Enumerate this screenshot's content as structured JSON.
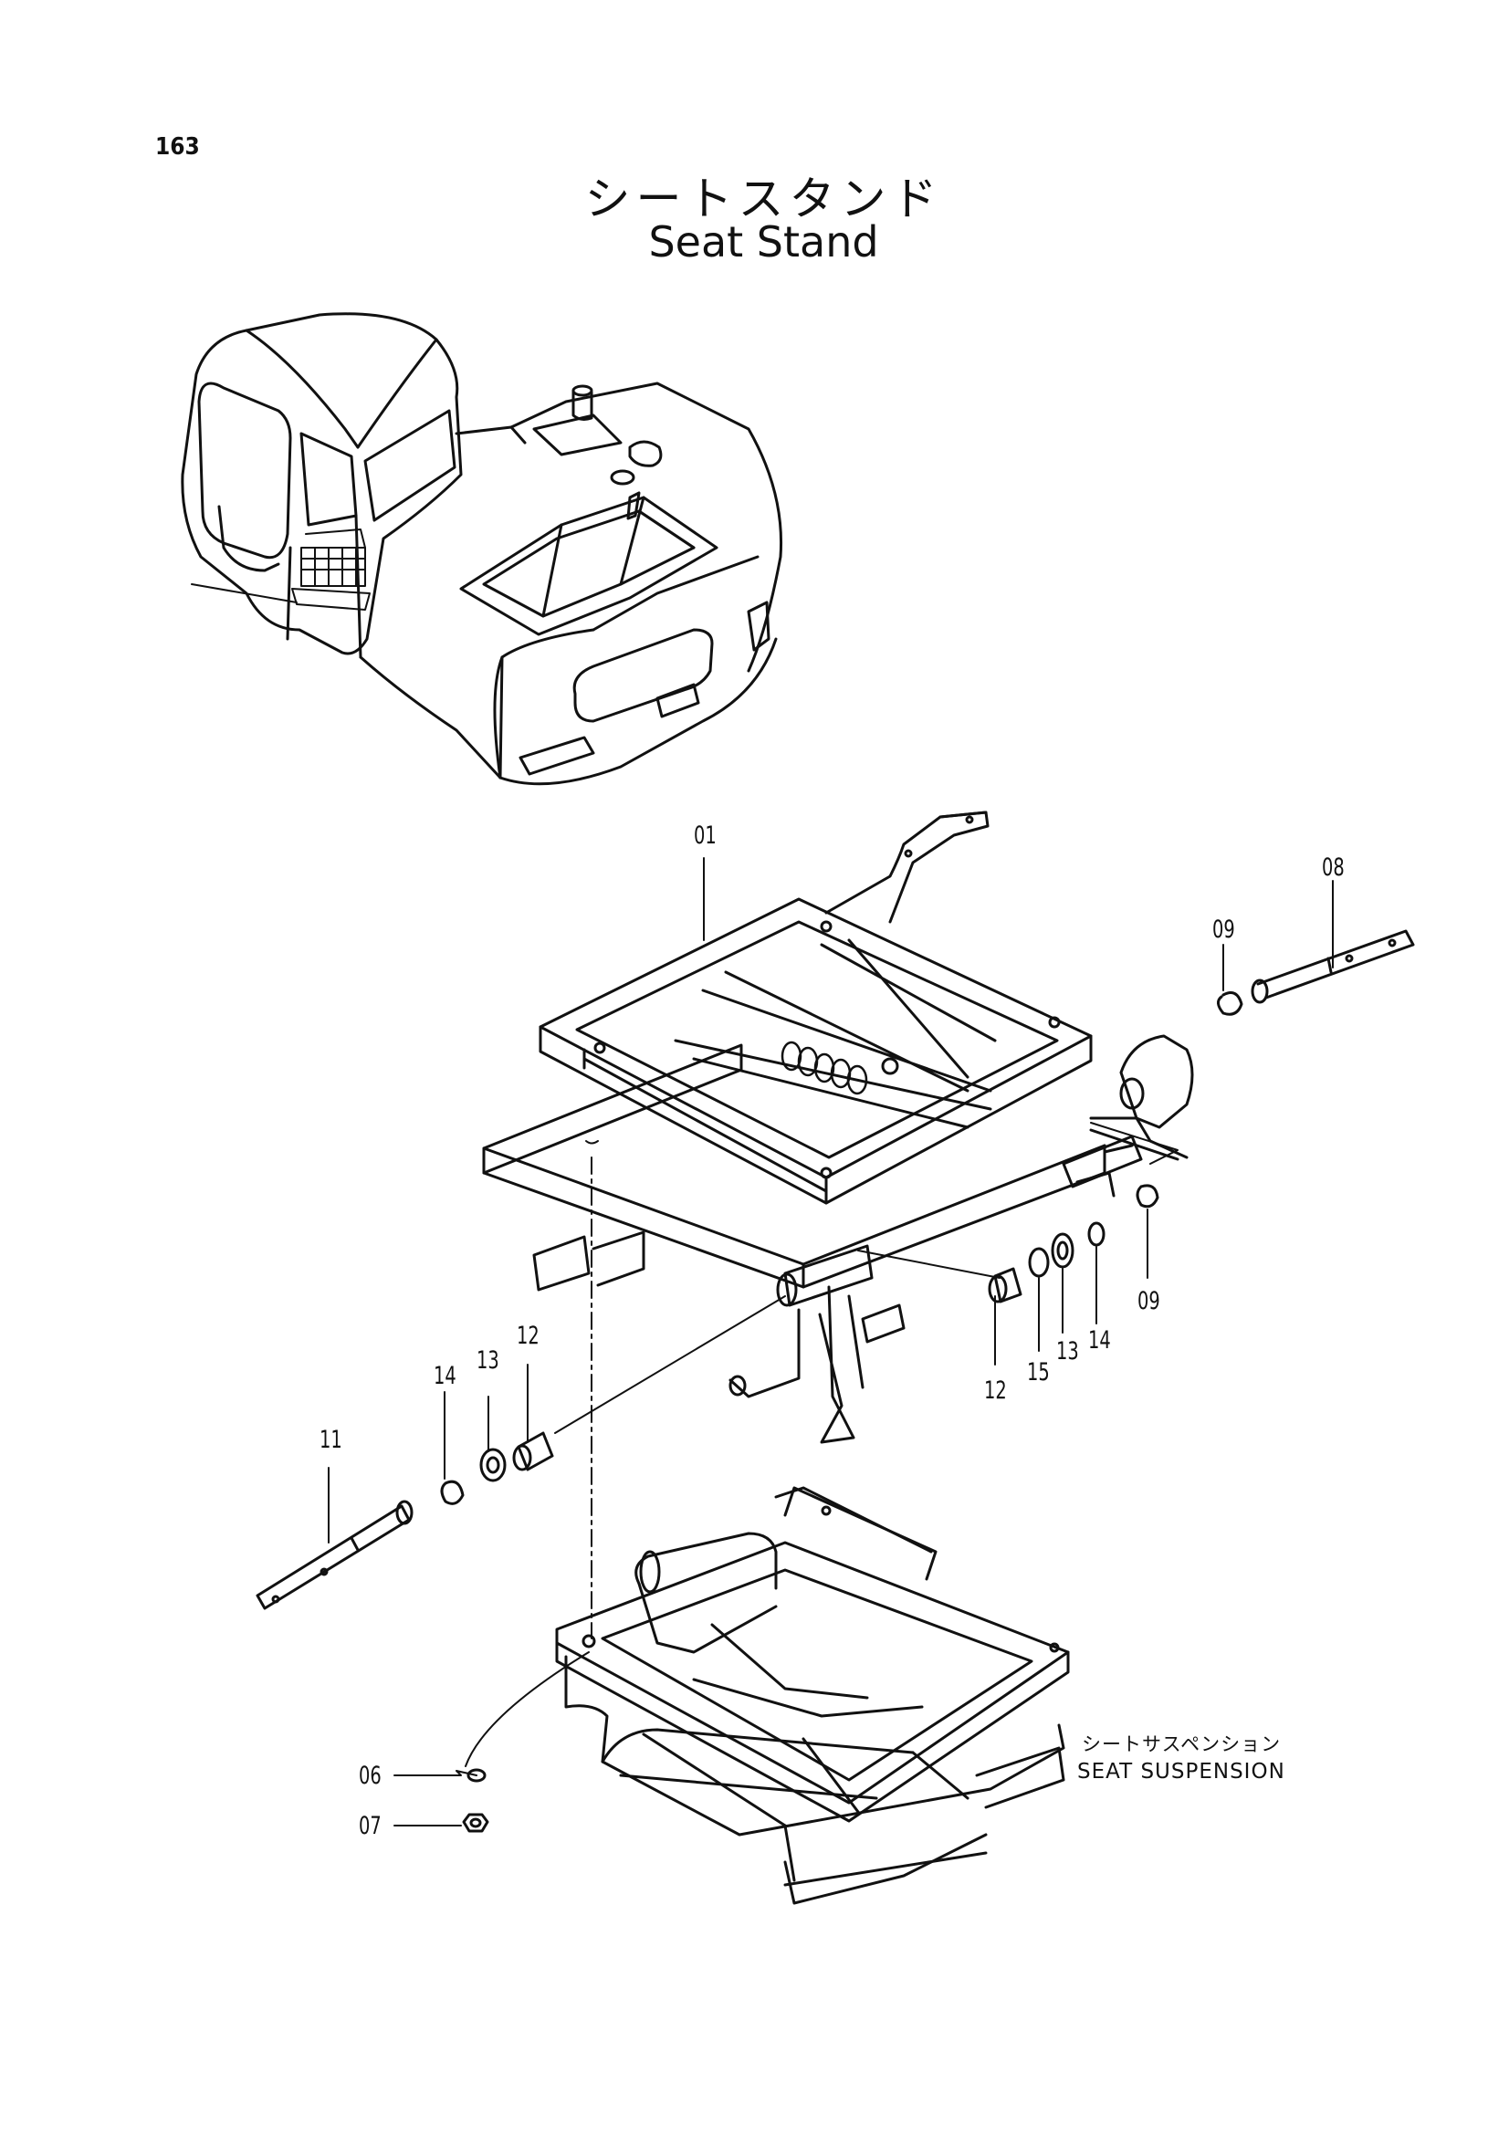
{
  "page": {
    "number": "163"
  },
  "title": {
    "jp": "シートスタンド",
    "en": "Seat Stand"
  },
  "callouts": [
    {
      "id": "01",
      "text": "01"
    },
    {
      "id": "08",
      "text": "08"
    },
    {
      "id": "09a",
      "text": "09"
    },
    {
      "id": "09b",
      "text": "09"
    },
    {
      "id": "14a",
      "text": "14"
    },
    {
      "id": "13a",
      "text": "13"
    },
    {
      "id": "12a",
      "text": "12"
    },
    {
      "id": "11",
      "text": "11"
    },
    {
      "id": "12b",
      "text": "12"
    },
    {
      "id": "15",
      "text": "15"
    },
    {
      "id": "13b",
      "text": "13"
    },
    {
      "id": "14b",
      "text": "14"
    },
    {
      "id": "06",
      "text": "06"
    },
    {
      "id": "07",
      "text": "07"
    }
  ],
  "suspension_label": {
    "jp": "シートサスペンション",
    "en": "SEAT SUSPENSION"
  }
}
